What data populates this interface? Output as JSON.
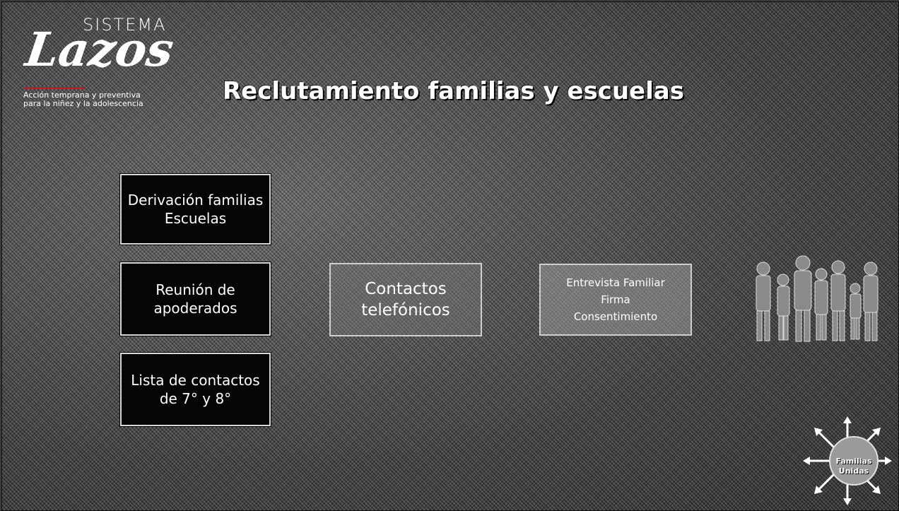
{
  "logo": {
    "sistema": "SISTEMA",
    "lazos": "Lazos",
    "tagline_line1": "Acción temprana y preventiva",
    "tagline_line2": "para la niñez y la adolescencia"
  },
  "title": "Reclutamiento familias y escuelas",
  "sources": [
    "Derivación familias Escuelas",
    "Reunión de apoderados",
    "Lista de contactos de 7° y 8°"
  ],
  "contact_box": "Contactos telefónicos",
  "interview_box": {
    "line1": "Entrevista Familiar",
    "line2": "Firma",
    "line3": "Consentimiento"
  },
  "badge": {
    "line1": "Familias",
    "line2": "Unidas"
  },
  "colors": {
    "accent_red": "#c9181e",
    "dark_box": "#050505"
  }
}
